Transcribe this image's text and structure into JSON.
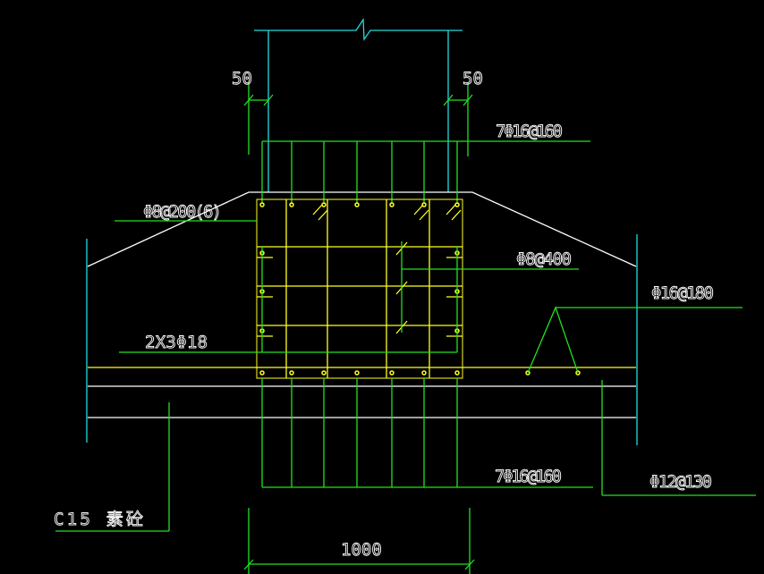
{
  "drawing": {
    "colors": {
      "background": "#000000",
      "text": "#ffffff",
      "rebar": "#22e022",
      "column": "#22dddd",
      "stirrup": "#ffff22",
      "outline": "#ffffff"
    },
    "labels": {
      "dim_left_cover": "50",
      "dim_right_cover": "50",
      "top_bars": "7Φ16@160",
      "stirrup_main": "Φ8@200(6)",
      "tie_bars": "Φ8@400",
      "chair_bars": "Φ16@180",
      "side_bars": "2X3Φ18",
      "bottom_bars": "7Φ16@160",
      "slab_bottom_bars": "Φ12@130",
      "concrete": "C15  素砼",
      "dim_width": "1000"
    }
  }
}
